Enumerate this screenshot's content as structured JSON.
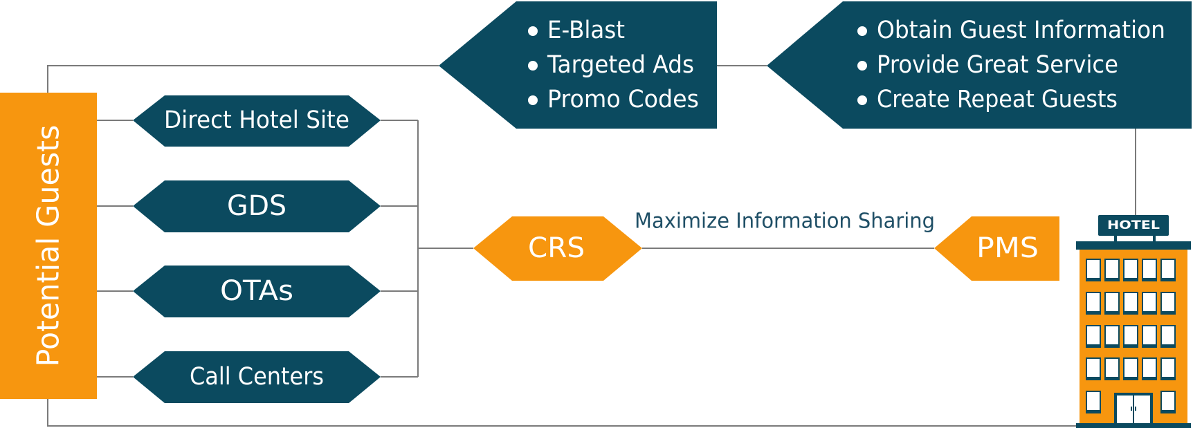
{
  "colors": {
    "orange": "#F7960F",
    "teal": "#0B4A5F",
    "connector": "#7A7A7A",
    "window": "#FFFFFF"
  },
  "potential_guests": "Potential Guests",
  "channels": [
    {
      "label": "Direct Hotel Site"
    },
    {
      "label": "GDS"
    },
    {
      "label": "OTAs"
    },
    {
      "label": "Call Centers"
    }
  ],
  "marketing": {
    "bullets": [
      "E-Blast",
      "Targeted Ads",
      "Promo Codes"
    ]
  },
  "service": {
    "bullets": [
      "Obtain Guest Information",
      "Provide Great Service",
      "Create Repeat Guests"
    ]
  },
  "crs": "CRS",
  "pms": "PMS",
  "edge_label": "Maximize Information Sharing",
  "hotel": {
    "sign": "HOTEL",
    "icon": "hotel-building-icon"
  }
}
